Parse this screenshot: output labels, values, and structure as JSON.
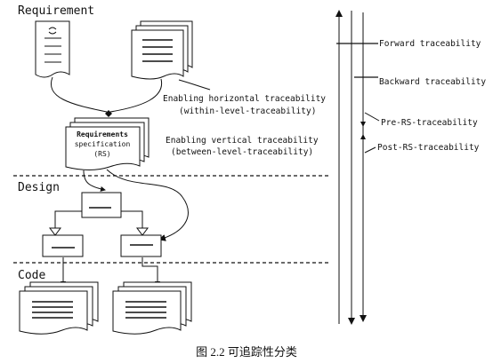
{
  "layers": {
    "requirement": "Requirement",
    "design": "Design",
    "code": "Code"
  },
  "rs_doc": {
    "line1": "Requirements",
    "line2": "specification",
    "line3": "(RS)"
  },
  "annotations": {
    "horizontal_line1": "Enabling horizontal traceability",
    "horizontal_line2": "(within-level-traceability)",
    "vertical_line1": "Enabling vertical traceability",
    "vertical_line2": "(between-level-traceability)"
  },
  "legend": {
    "forward": "Forward traceability",
    "backward": "Backward traceability",
    "pre_rs": "Pre-RS-traceability",
    "post_rs": "Post-RS-traceability"
  },
  "caption": "图 2.2 可追踪性分类",
  "colors": {
    "line": "#111111",
    "background": "#ffffff"
  }
}
